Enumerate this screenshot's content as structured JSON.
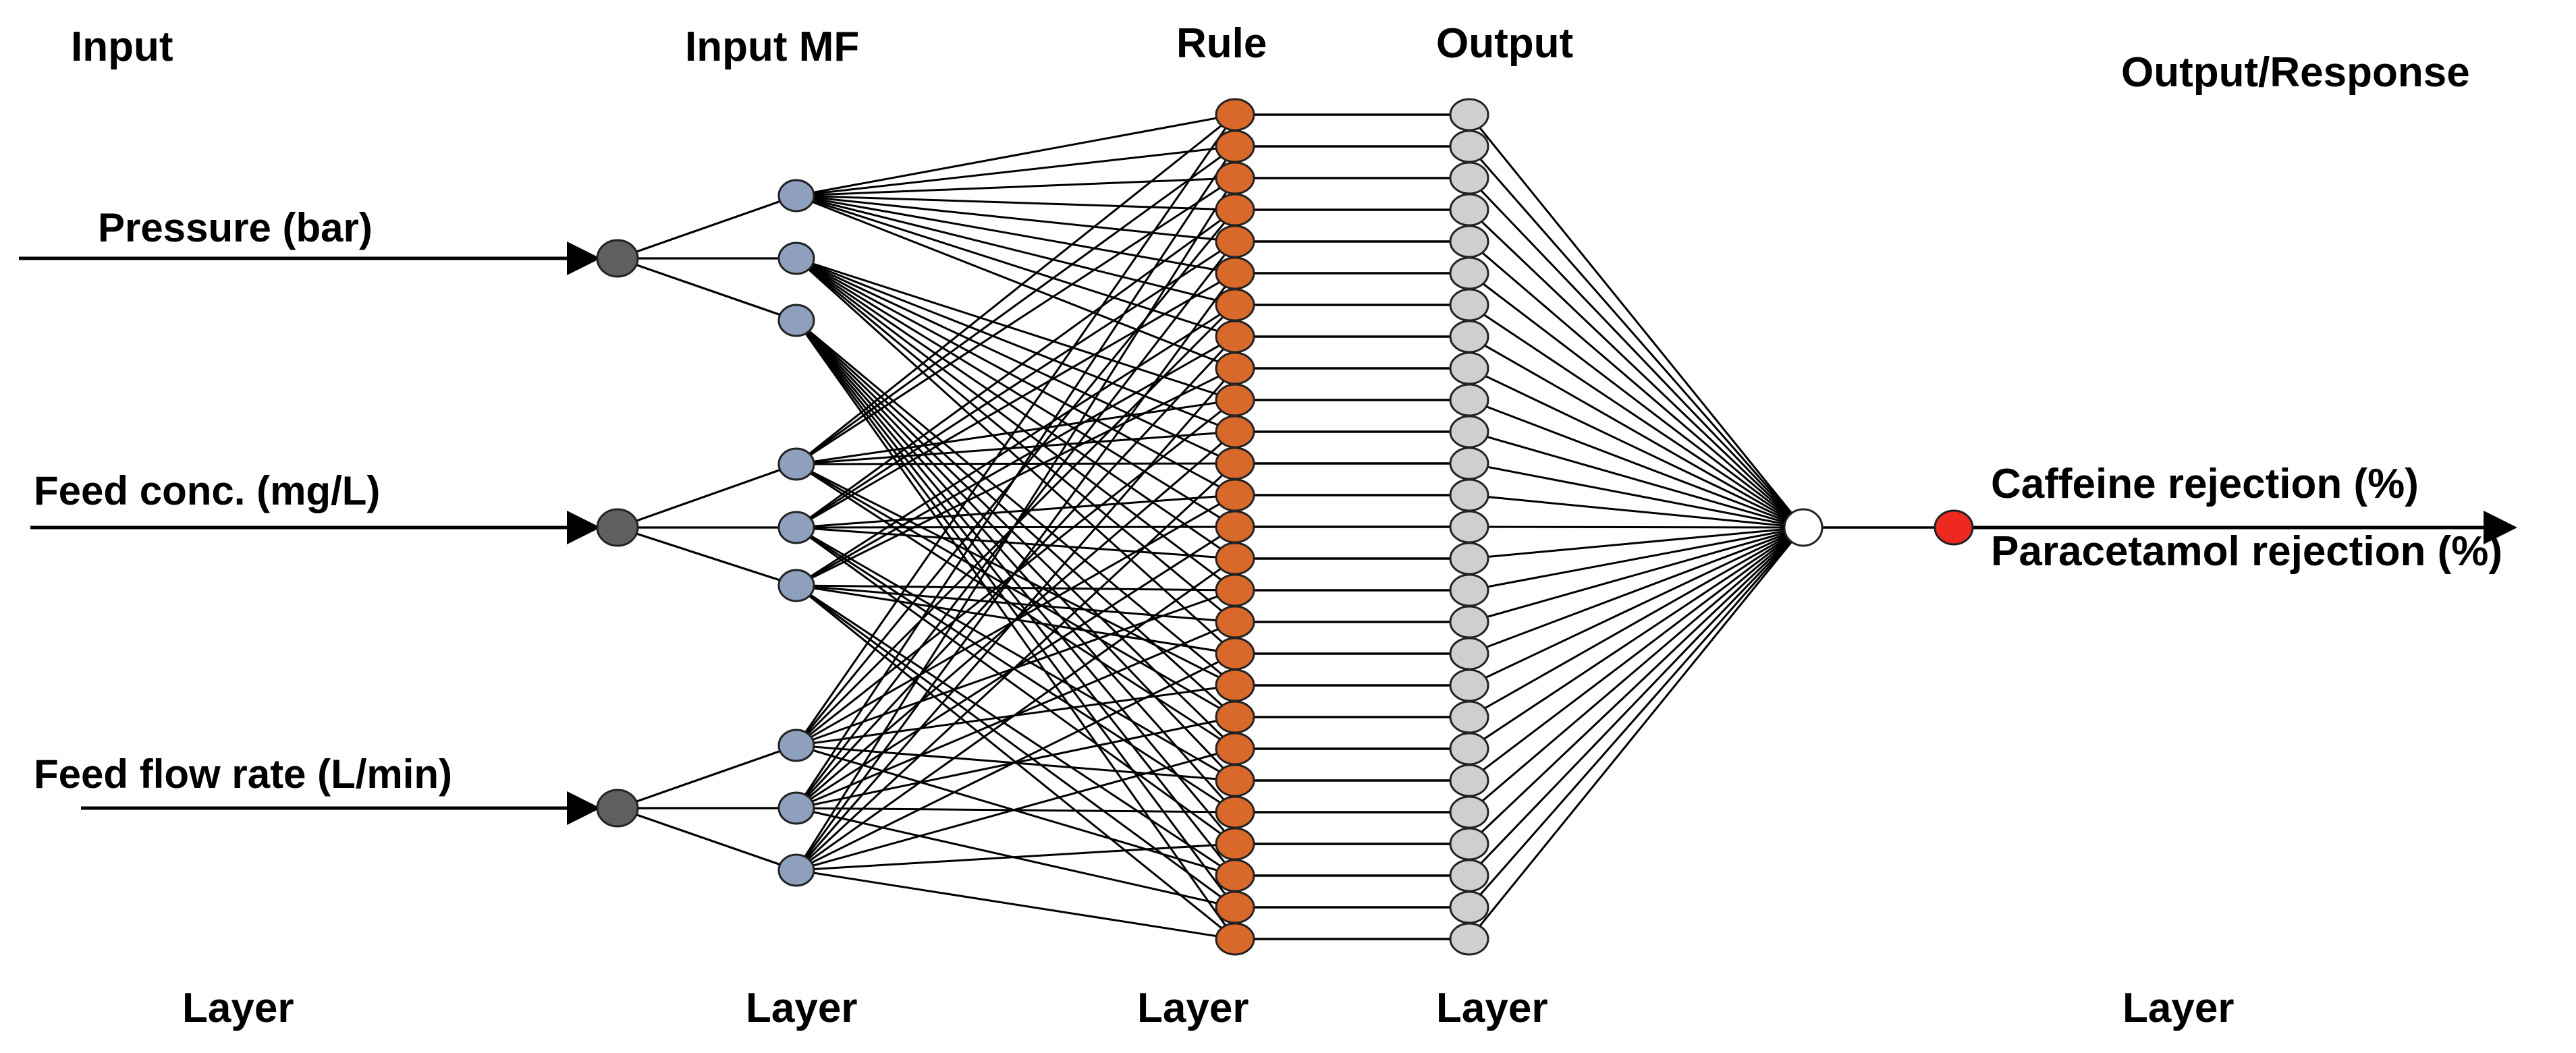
{
  "headers": {
    "input": "Input",
    "input_mf": "Input MF",
    "rule": "Rule",
    "output": "Output",
    "output_response": "Output/Response"
  },
  "footers": {
    "input_layer": "Layer",
    "input_mf_layer": "Layer",
    "rule_layer": "Layer",
    "output_layer": "Layer",
    "response_layer": "Layer"
  },
  "inputs": [
    {
      "label": "Pressure (bar)"
    },
    {
      "label": "Feed conc. (mg/L)"
    },
    {
      "label": "Feed flow rate (L/min)"
    }
  ],
  "outputs": [
    {
      "label": "Caffeine rejection (%)"
    },
    {
      "label": "Paracetamol rejection (%)"
    }
  ],
  "network": {
    "membership_functions_per_input": 3,
    "rule_count": 27,
    "output_node_count": 27
  },
  "colors": {
    "input_node": "#5f5f5f",
    "mf_node": "#8ea0bd",
    "rule_node": "#d8692a",
    "output_node": "#cfcfcf",
    "sum_node": "#ffffff",
    "response_node": "#ee2a20",
    "line": "#000000"
  }
}
